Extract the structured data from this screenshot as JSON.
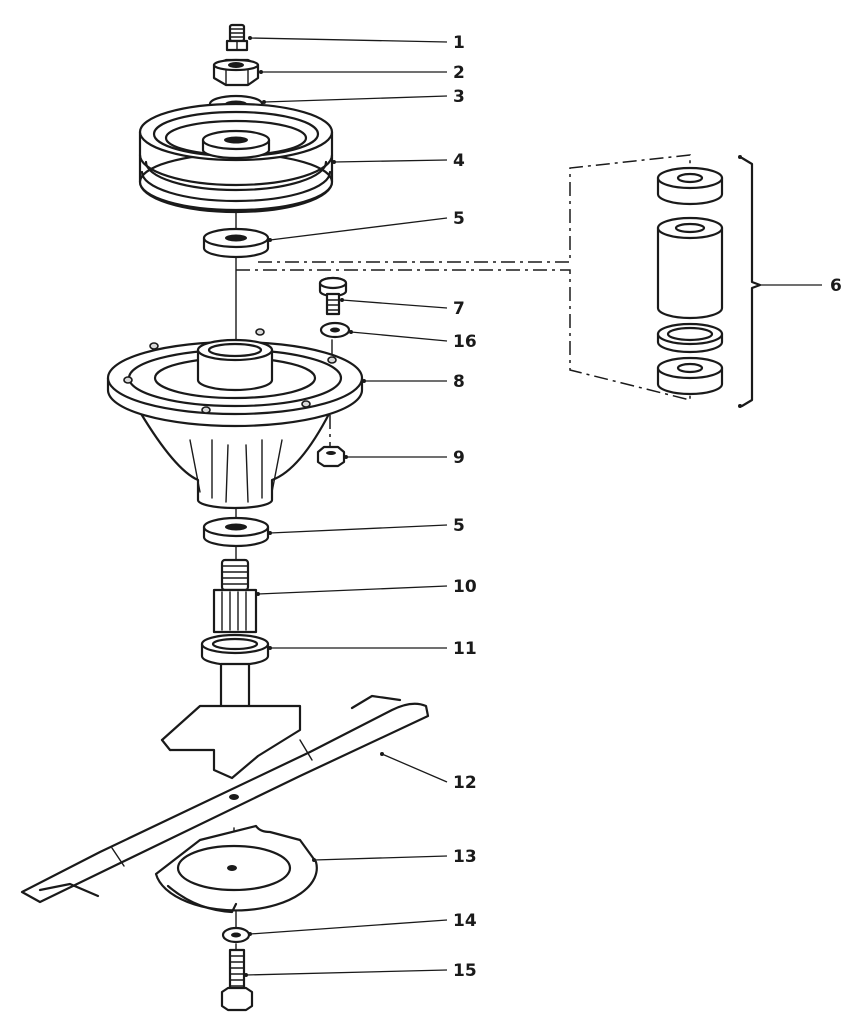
{
  "diagram": {
    "callouts": [
      {
        "label": "1"
      },
      {
        "label": "2"
      },
      {
        "label": "3"
      },
      {
        "label": "4"
      },
      {
        "label": "5"
      },
      {
        "label": "6"
      },
      {
        "label": "7"
      },
      {
        "label": "16"
      },
      {
        "label": "8"
      },
      {
        "label": "9"
      },
      {
        "label": "5"
      },
      {
        "label": "10"
      },
      {
        "label": "11"
      },
      {
        "label": "12"
      },
      {
        "label": "13"
      },
      {
        "label": "14"
      },
      {
        "label": "15"
      }
    ]
  }
}
